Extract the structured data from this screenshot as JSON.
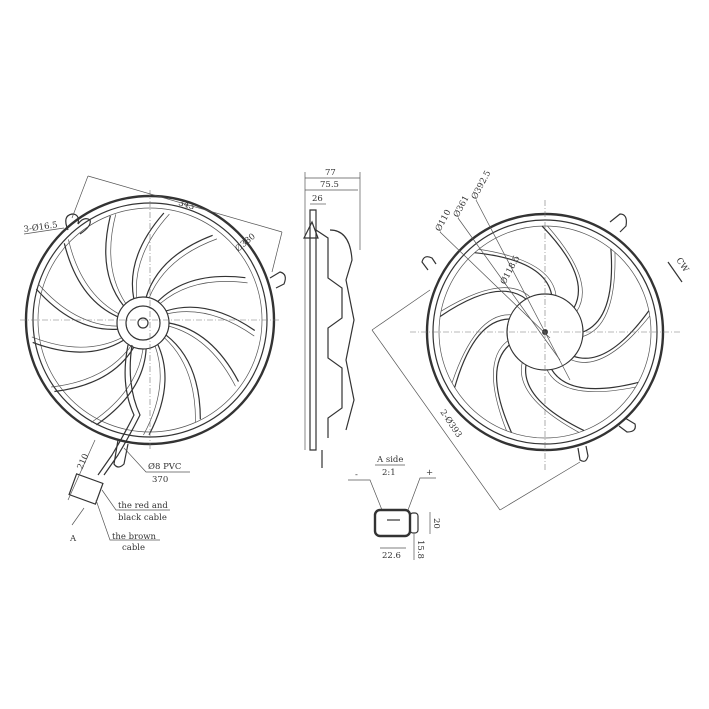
{
  "front_view": {
    "overall_width": "343",
    "mount_holes": "3-Ø16.5",
    "shroud_diameter": "Ø380",
    "connector_length": "210",
    "cable_spec": "Ø8 PVC",
    "cable_length": "370",
    "red_black_cable_label_1": "the red and",
    "red_black_cable_label_2": "black cable",
    "brown_cable_label_1": "the brown",
    "brown_cable_label_2": "cable",
    "view_arrow_label": "A"
  },
  "side_view": {
    "total_depth": "77",
    "body_depth": "75.5",
    "motor_depth": "26"
  },
  "rear_view": {
    "dia_1": "Ø110",
    "dia_2": "Ø361",
    "dia_3": "Ø392.5",
    "dia_4": "Ø118.5",
    "mount_holes": "2-Ø393",
    "rotation": "CW"
  },
  "connector_detail": {
    "title": "A side",
    "scale": "2:1",
    "negative": "-",
    "positive": "+",
    "height": "20",
    "width": "22.6",
    "pin_depth": "15.8"
  }
}
